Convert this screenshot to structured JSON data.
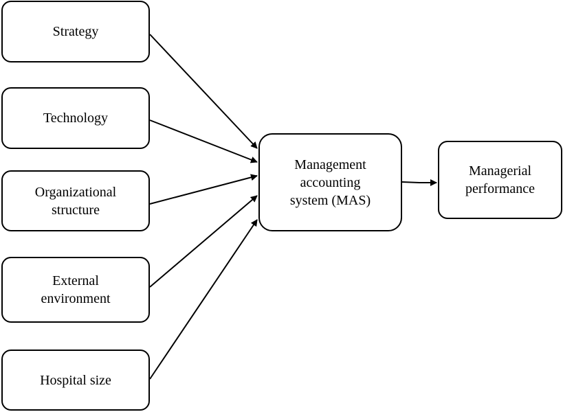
{
  "diagram": {
    "nodes": {
      "strategy": "Strategy",
      "technology": "Technology",
      "structure": "Organizational\nstructure",
      "environment": "External\nenvironment",
      "hospital_size": "Hospital size",
      "mas": "Management\naccounting\nsystem (MAS)",
      "performance": "Managerial\nperformance"
    },
    "edges": [
      {
        "from": "strategy",
        "to": "mas"
      },
      {
        "from": "technology",
        "to": "mas"
      },
      {
        "from": "structure",
        "to": "mas"
      },
      {
        "from": "environment",
        "to": "mas"
      },
      {
        "from": "hospital_size",
        "to": "mas"
      },
      {
        "from": "mas",
        "to": "performance"
      }
    ]
  }
}
